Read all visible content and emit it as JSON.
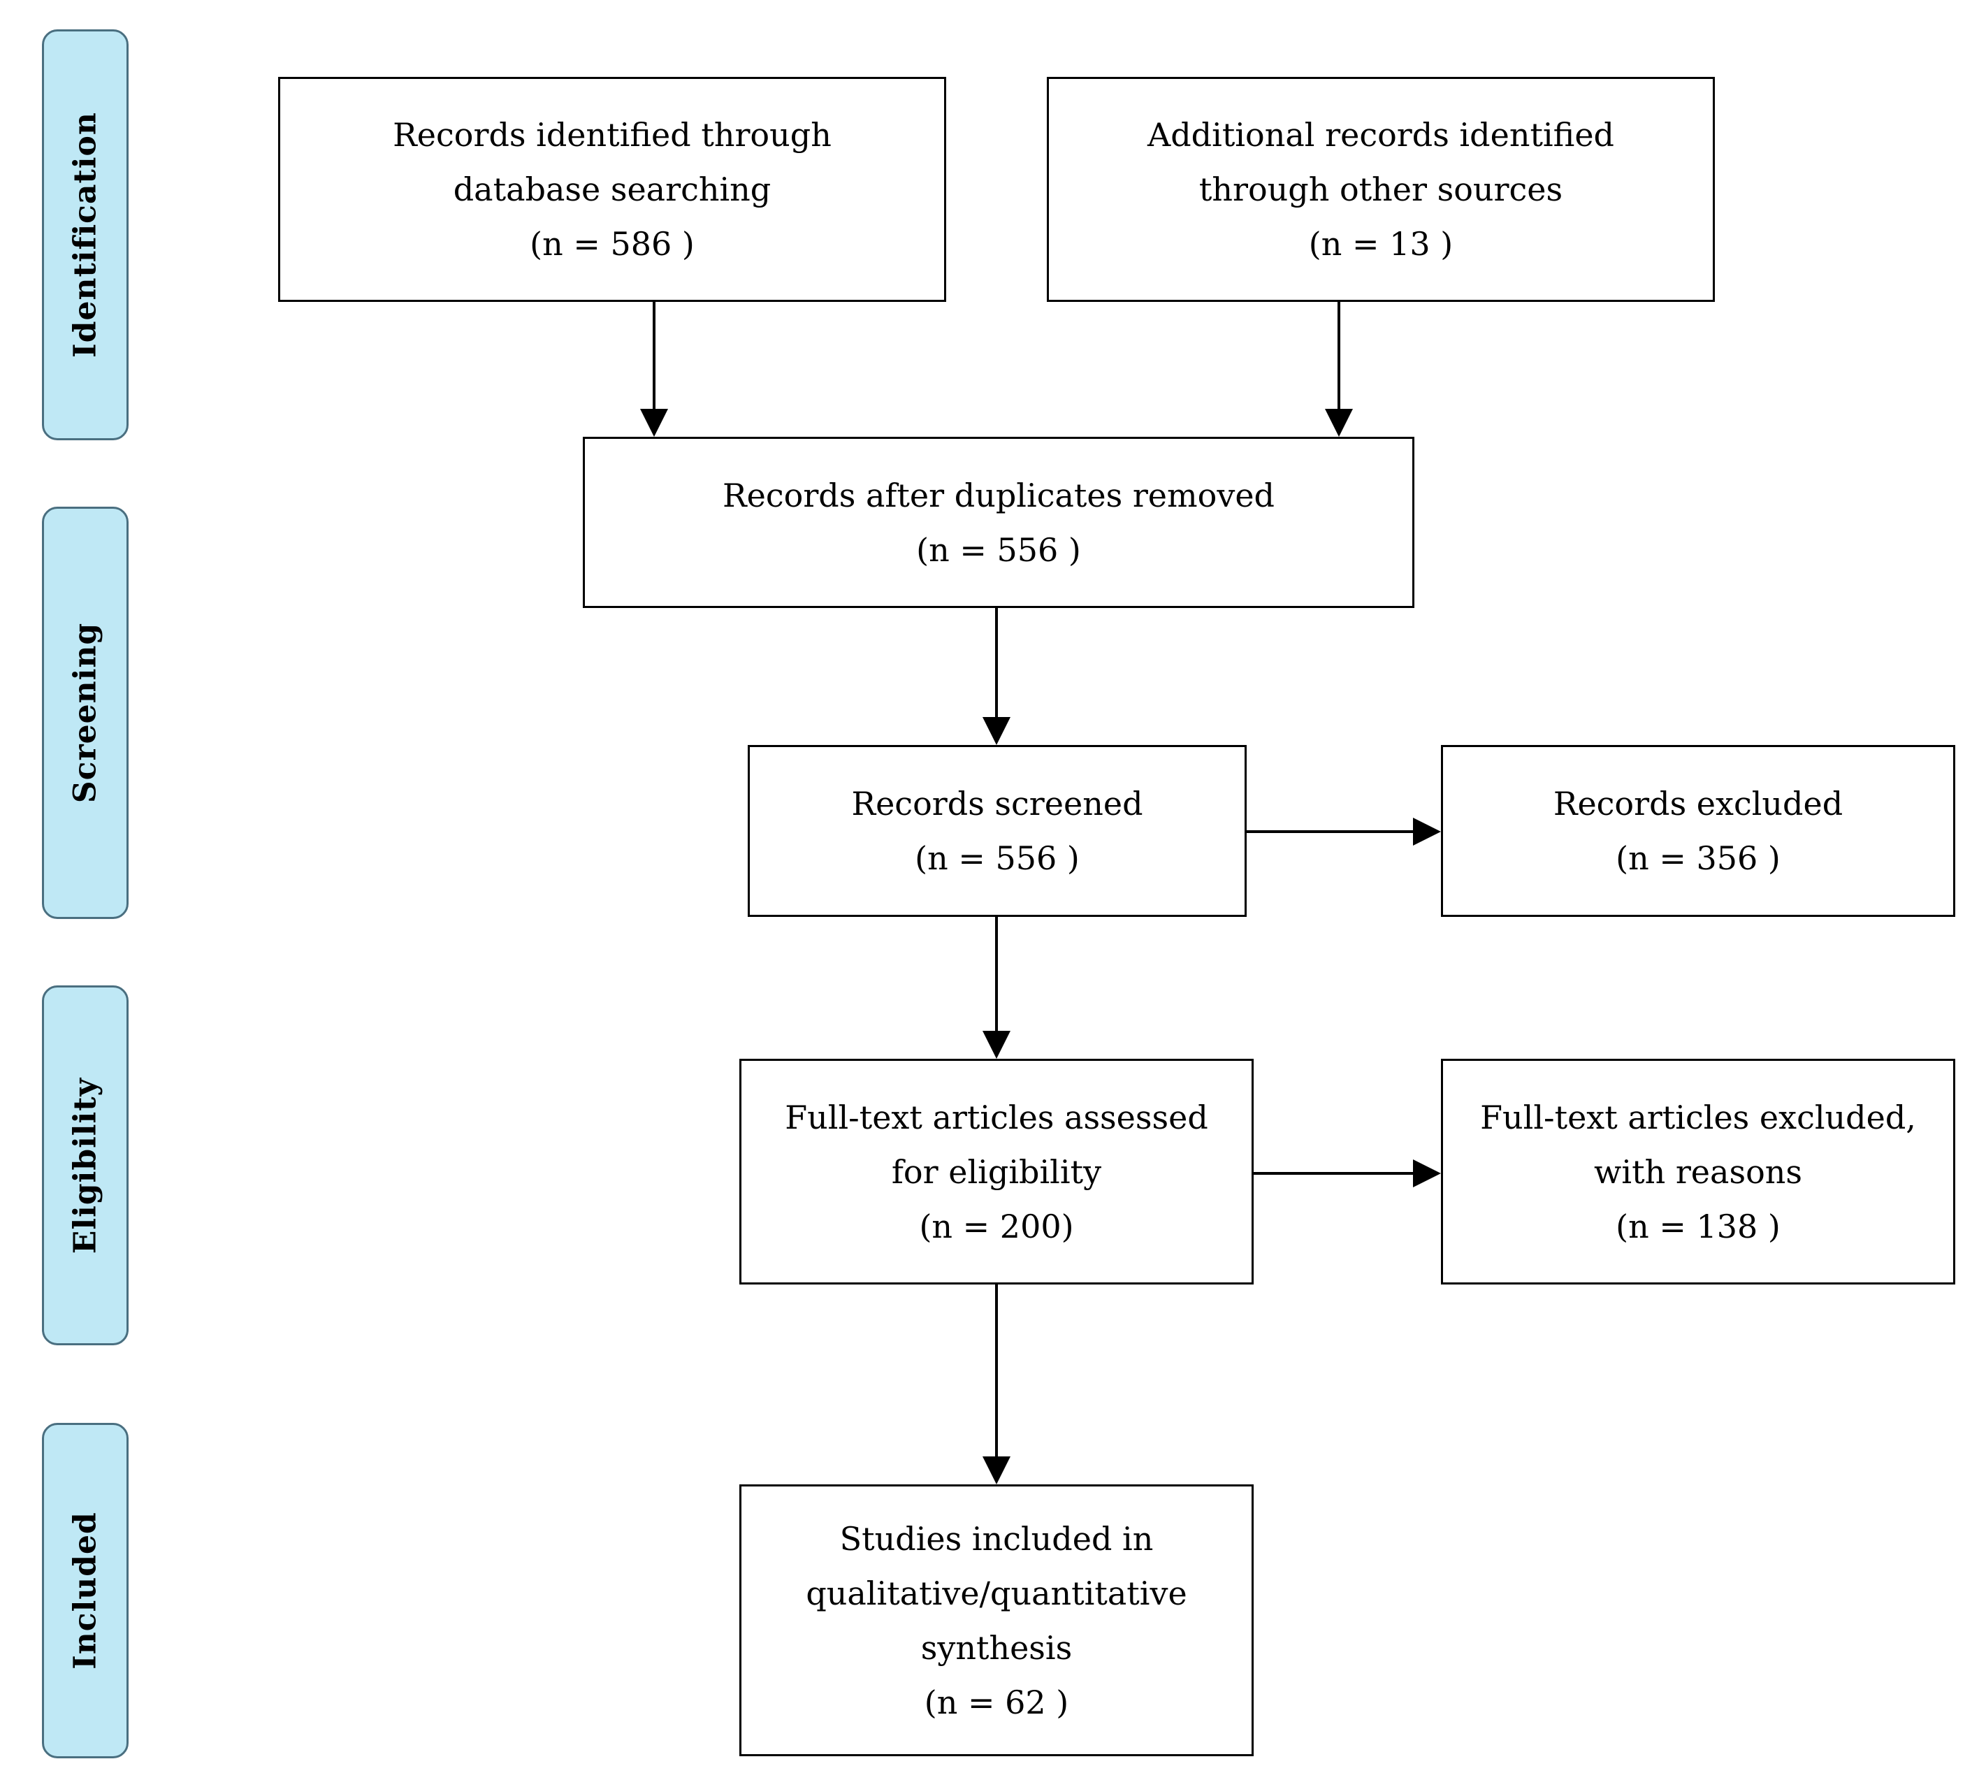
{
  "phases": {
    "identification": "Identification",
    "screening": "Screening",
    "eligibility": "Eligibility",
    "included": "Included"
  },
  "boxes": {
    "database_search": {
      "line1": "Records identified through",
      "line2": "database searching",
      "count": "(n = 586 )"
    },
    "other_sources": {
      "line1": "Additional records identified",
      "line2": "through other sources",
      "count": "(n = 13 )"
    },
    "duplicates_removed": {
      "line1": "Records after duplicates removed",
      "count": "(n = 556 )"
    },
    "screened": {
      "line1": "Records screened",
      "count": "(n = 556 )"
    },
    "excluded": {
      "line1": "Records excluded",
      "count": "(n = 356 )"
    },
    "full_text_assessed": {
      "line1": "Full-text articles assessed",
      "line2": "for eligibility",
      "count": "(n = 200)"
    },
    "full_text_excluded": {
      "line1": "Full-text articles excluded,",
      "line2": "with reasons",
      "count": "(n = 138 )"
    },
    "included_studies": {
      "line1": "Studies included in",
      "line2": "qualitative/quantitative",
      "line3": "synthesis",
      "count": "(n = 62 )"
    }
  },
  "colors": {
    "phase_fill": "#bfe8f5",
    "phase_border": "#4a6f80",
    "box_border": "#000000"
  }
}
